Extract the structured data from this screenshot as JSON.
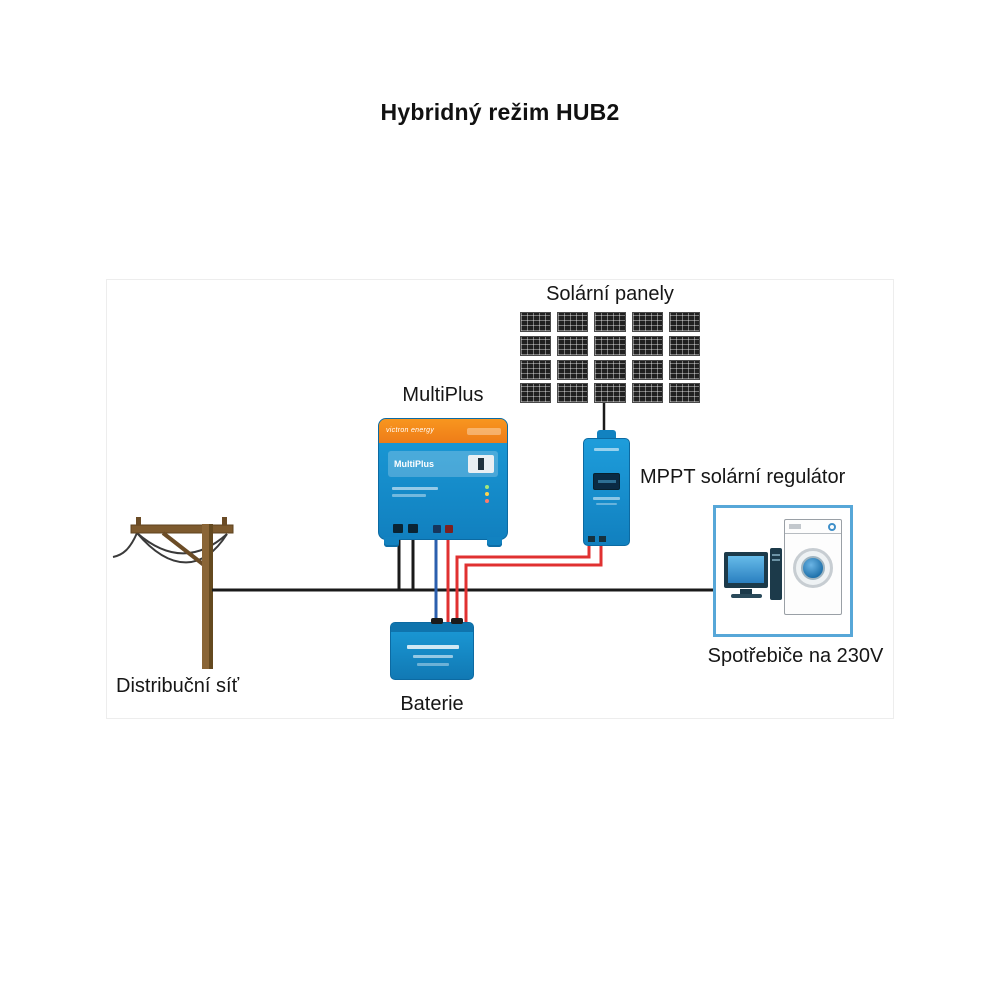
{
  "title": "Hybridný režim HUB2",
  "labels": {
    "solar_panels": "Solární panely",
    "multiplus": "MultiPlus",
    "mppt_regulator": "MPPT solární regulátor",
    "distribution_grid": "Distribuční síť",
    "battery": "Baterie",
    "appliances": "Spotřebiče na 230V"
  },
  "devices": {
    "multiplus": {
      "brand": "victron energy",
      "model": "MultiPlus"
    }
  },
  "panels": {
    "cols": 5,
    "rows": 4
  },
  "colors": {
    "victron_blue": "#1793d1",
    "victron_orange": "#f28b1e",
    "wire_red": "#e03131",
    "wire_blue": "#2b5fae",
    "wire_black": "#1a1a1a",
    "pole_brown": "#7d5a2e",
    "appliance_box_border": "#57a7d8"
  }
}
